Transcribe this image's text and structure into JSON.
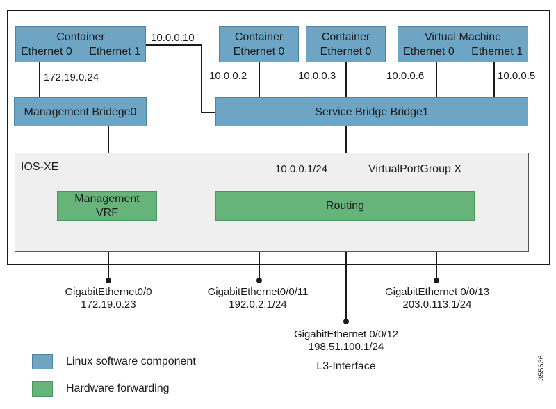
{
  "colors": {
    "linux": "#6fa5c4",
    "hardware": "#66b47a",
    "iosxe_fill": "#efefef"
  },
  "containers": [
    {
      "title": "Container",
      "ports": [
        "Ethernet 0",
        "Ethernet 1"
      ]
    },
    {
      "title": "Container",
      "ports": [
        "Ethernet 0"
      ]
    },
    {
      "title": "Container",
      "ports": [
        "Ethernet 0"
      ]
    },
    {
      "title": "Virtual Machine",
      "ports": [
        "Ethernet 0",
        "Ethernet 1"
      ]
    }
  ],
  "bridges": {
    "management": "Management Bridege0",
    "service": "Service Bridge Bridge1"
  },
  "iosxe": {
    "title": "IOS-XE",
    "gateway_ip": "10.0.0.1/24",
    "virtual_port_group": "VirtualPortGroup X",
    "mgmt_vrf": [
      "Management",
      "VRF"
    ],
    "routing": "Routing"
  },
  "ips": {
    "c1_eth1": "10.0.0.10",
    "c1_eth0": "172.19.0.24",
    "c2": "10.0.0.2",
    "c3": "10.0.0.3",
    "vm_eth0": "10.0.0.6",
    "vm_eth1": "10.0.0.5"
  },
  "interfaces": [
    {
      "name": "GigabitEthernet0/0",
      "ip": "172.19.0.23"
    },
    {
      "name": "GigabitEthernet0/0/11",
      "ip": "192.0.2.1/24"
    },
    {
      "name": "GigabitEthernet 0/0/12",
      "ip": "198.51.100.1/24",
      "note": "L3-Interface"
    },
    {
      "name": "GigabitEthernet 0/0/13",
      "ip": "203.0.113.1/24"
    }
  ],
  "legend": [
    {
      "label": "Linux software component",
      "color": "#6fa5c4"
    },
    {
      "label": "Hardware forwarding",
      "color": "#66b47a"
    }
  ],
  "figure_id": "355636"
}
